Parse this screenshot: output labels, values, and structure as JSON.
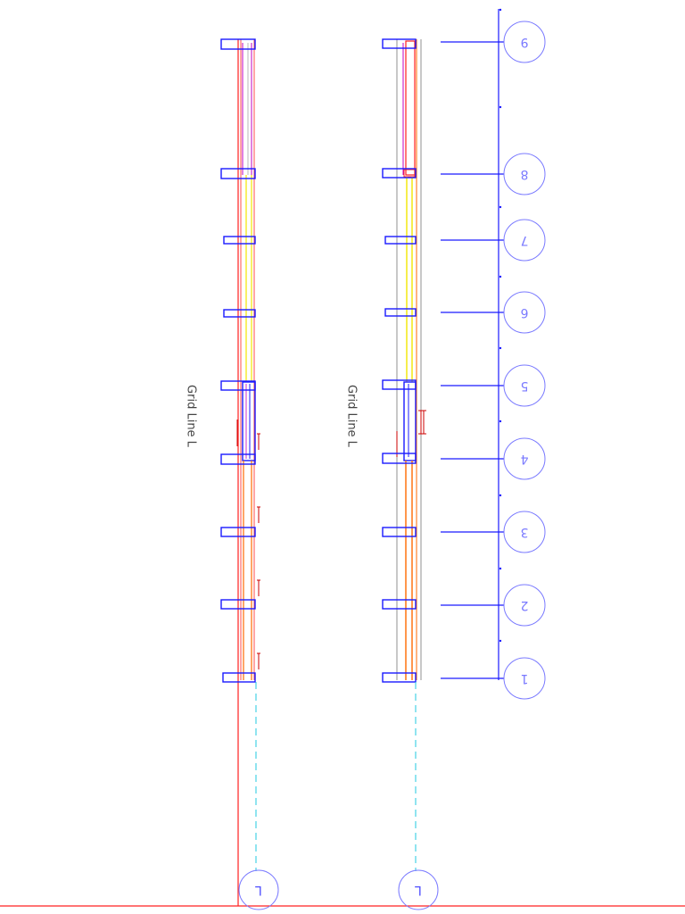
{
  "drawing": {
    "type": "cad-elevation",
    "rotation_deg": 180,
    "elevations": [
      {
        "label": "Grid Line L",
        "bubble": "L"
      },
      {
        "label": "Grid Line L",
        "bubble": "L"
      }
    ],
    "grid_bubbles": [
      "9",
      "8",
      "7",
      "6",
      "5",
      "4",
      "3",
      "2",
      "1"
    ],
    "colors": {
      "grid": "#1a1aff",
      "bubble": "#7a7aff",
      "ground": "#ff2020",
      "post": "#ff2020",
      "orange": "#ff6a00",
      "yellow": "#f2e600",
      "magenta": "#c000c0",
      "gray": "#777777",
      "dashed": "#20c8e0"
    }
  }
}
